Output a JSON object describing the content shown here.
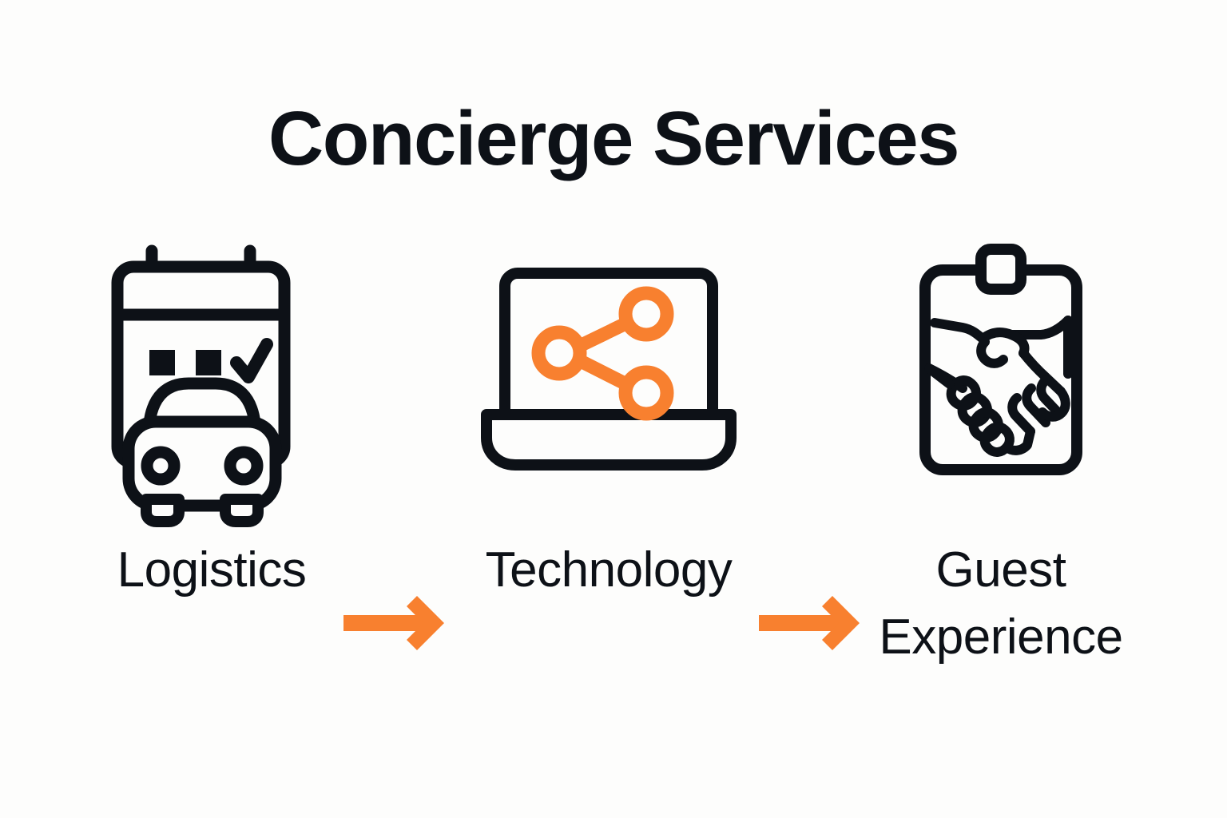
{
  "page": {
    "background_color": "#FDFDFC",
    "ink_color": "#0D1117",
    "accent_color": "#F8802F"
  },
  "title": "Concierge Services",
  "flow": {
    "steps": [
      {
        "id": "logistics",
        "label": "Logistics",
        "label_line_1": "Logistics",
        "label_line_2": "",
        "icon": "calendar-car-icon",
        "icon_color": "#0D1117"
      },
      {
        "id": "technology",
        "label": "Technology",
        "label_line_1": "Technology",
        "label_line_2": "",
        "icon": "laptop-share-icon",
        "icon_color": "#0D1117",
        "icon_accent_color": "#F8802F"
      },
      {
        "id": "guest-experience",
        "label": "Guest Experience",
        "label_line_1": "Guest",
        "label_line_2": "Experience",
        "icon": "clipboard-handshake-icon",
        "icon_color": "#0D1117"
      }
    ],
    "connectors": [
      {
        "id": "arrow-1",
        "icon": "arrow-right-icon",
        "color": "#F8802F",
        "from": "logistics",
        "to": "technology"
      },
      {
        "id": "arrow-2",
        "icon": "arrow-right-icon",
        "color": "#F8802F",
        "from": "technology",
        "to": "guest-experience"
      }
    ]
  }
}
